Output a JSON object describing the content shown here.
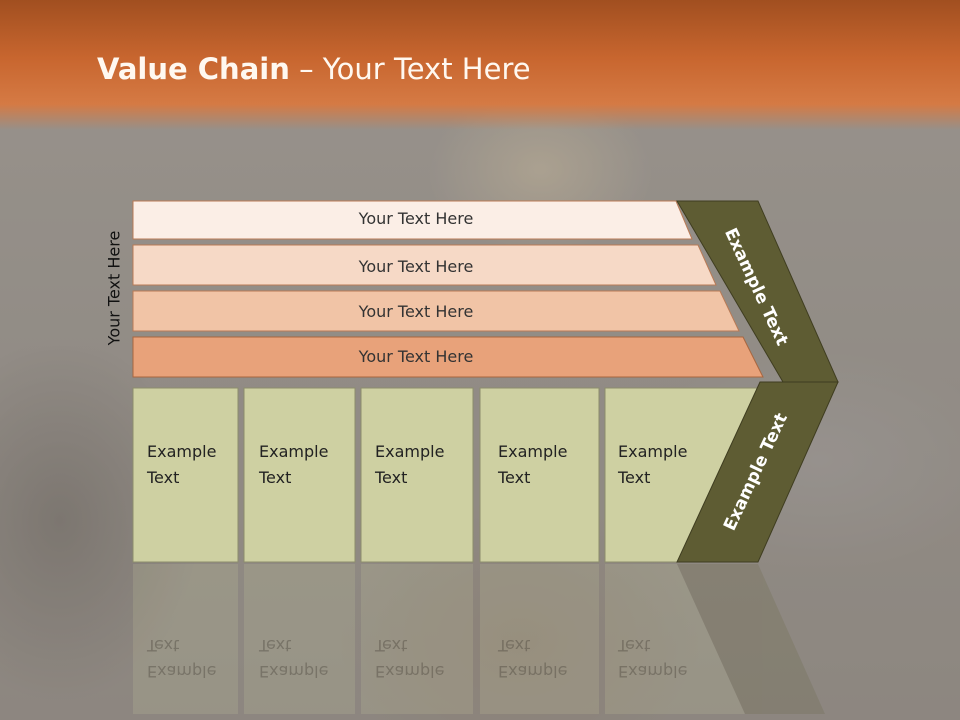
{
  "slide": {
    "title_bold": "Value Chain",
    "title_rest": " – Your Text Here",
    "side_label": "Your Text Here",
    "bars": [
      {
        "label": "Your Text Here",
        "color": "#fbeee6"
      },
      {
        "label": "Your Text Here",
        "color": "#f6d9c6"
      },
      {
        "label": "Your Text Here",
        "color": "#f1c4a6"
      },
      {
        "label": "Your Text Here",
        "color": "#e8a27a"
      }
    ],
    "boxes": [
      {
        "label": "Example\nText"
      },
      {
        "label": "Example\nText"
      },
      {
        "label": "Example\nText"
      },
      {
        "label": "Example\nText"
      },
      {
        "label": "Example\nText"
      }
    ],
    "chevron_top": "Example Text",
    "chevron_bottom": "Example Text",
    "colors": {
      "header": "#c8662f",
      "box_fill": "#ced0a2",
      "chevron_fill": "#5e5c33"
    }
  }
}
